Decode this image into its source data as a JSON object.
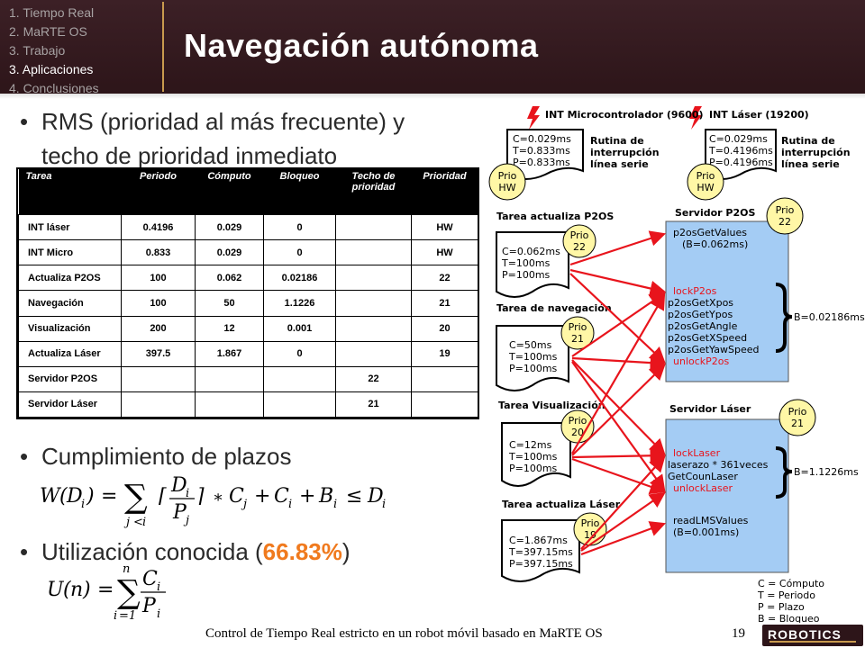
{
  "outline": [
    "1. Tiempo Real",
    "2. MaRTE OS",
    "3. Trabajo",
    "3. Aplicaciones",
    "4. Conclusiones"
  ],
  "title": "Navegación autónoma",
  "bullets": {
    "rms_line1": "RMS (prioridad al más frecuente) y",
    "rms_line2": "techo de prioridad inmediato",
    "plazos": "Cumplimiento de plazos",
    "util_prefix": "Utilización conocida (",
    "util_value": "66.83%",
    "util_suffix": ")"
  },
  "table": {
    "headers": [
      "Tarea",
      "Periodo",
      "Cómputo",
      "Bloqueo",
      "Techo de prioridad",
      "Prioridad"
    ],
    "rows": [
      [
        "INT láser",
        "0.4196",
        "0.029",
        "0",
        "",
        "HW"
      ],
      [
        "INT Micro",
        "0.833",
        "0.029",
        "0",
        "",
        "HW"
      ],
      [
        "Actualiza P2OS",
        "100",
        "0.062",
        "0.02186",
        "",
        "22"
      ],
      [
        "Navegación",
        "100",
        "50",
        "1.1226",
        "",
        "21"
      ],
      [
        "Visualización",
        "200",
        "12",
        "0.001",
        "",
        "20"
      ],
      [
        "Actualiza Láser",
        "397.5",
        "1.867",
        "0",
        "",
        "19"
      ],
      [
        "Servidor P2OS",
        "",
        "",
        "",
        "22",
        ""
      ],
      [
        "Servidor Láser",
        "",
        "",
        "",
        "21",
        ""
      ]
    ]
  },
  "diagram": {
    "int_micro": "INT Microcontrolador (9600)",
    "int_laser": "INT Láser (19200)",
    "int_micro_note": [
      "C=0.029ms",
      "T=0.833ms",
      "P=0.833ms"
    ],
    "int_laser_note": [
      "C=0.029ms",
      "T=0.4196ms",
      "P=0.4196ms"
    ],
    "rutina": [
      "Rutina de",
      "interrupción",
      "línea serie"
    ],
    "prio_hw": [
      "Prio",
      "HW"
    ],
    "tasks": [
      {
        "title": "Tarea actualiza P2OS",
        "params": [
          "C=0.062ms",
          "T=100ms",
          "P=100ms"
        ],
        "prio": [
          "Prio",
          "22"
        ]
      },
      {
        "title": "Tarea de navegación",
        "params": [
          "C=50ms",
          "T=100ms",
          "P=100ms"
        ],
        "prio": [
          "Prio",
          "21"
        ]
      },
      {
        "title": "Tarea Visualización",
        "params": [
          "C=12ms",
          "T=100ms",
          "P=100ms"
        ],
        "prio": [
          "Prio",
          "20"
        ]
      },
      {
        "title": "Tarea actualiza Láser",
        "params": [
          "C=1.867ms",
          "T=397.15ms",
          "P=397.15ms"
        ],
        "prio": [
          "Prio",
          "19"
        ]
      }
    ],
    "server_p2os": {
      "title": "Servidor P2OS",
      "prio": [
        "Prio",
        "22"
      ],
      "top": [
        "p2osGetValues",
        "(B=0.062ms)"
      ],
      "lines": [
        {
          "text": "lockP2os",
          "red": true
        },
        {
          "text": "p2osGetXpos",
          "red": false
        },
        {
          "text": "p2osGetYpos",
          "red": false
        },
        {
          "text": "p2osGetAngle",
          "red": false
        },
        {
          "text": "p2osGetXSpeed",
          "red": false
        },
        {
          "text": "p2osGetYawSpeed",
          "red": false
        },
        {
          "text": "unlockP2os",
          "red": true
        }
      ],
      "block": "B=0.02186ms"
    },
    "server_laser": {
      "title": "Servidor Láser",
      "prio": [
        "Prio",
        "21"
      ],
      "lines": [
        {
          "text": "lockLaser",
          "red": true
        },
        {
          "text": "laserazo * 361veces",
          "red": false
        },
        {
          "text": "GetCounLaser",
          "red": false
        },
        {
          "text": "unlockLaser",
          "red": true
        }
      ],
      "bottom": [
        "readLMSValues",
        "(B=0.001ms)"
      ],
      "block": "B=1.1226ms"
    },
    "legend": [
      "C = Cómputo",
      "T = Periodo",
      "P = Plazo",
      "B = Bloqueo"
    ]
  },
  "footer": {
    "text": "Control de Tiempo Real estricto en un robot móvil basado en MaRTE OS",
    "page": "19",
    "logo": "ROBOTICS"
  },
  "colors": {
    "header": "#2d1519",
    "accent": "#f07a1e",
    "arrow": "#e8141c",
    "server": "#a4ccf4"
  }
}
